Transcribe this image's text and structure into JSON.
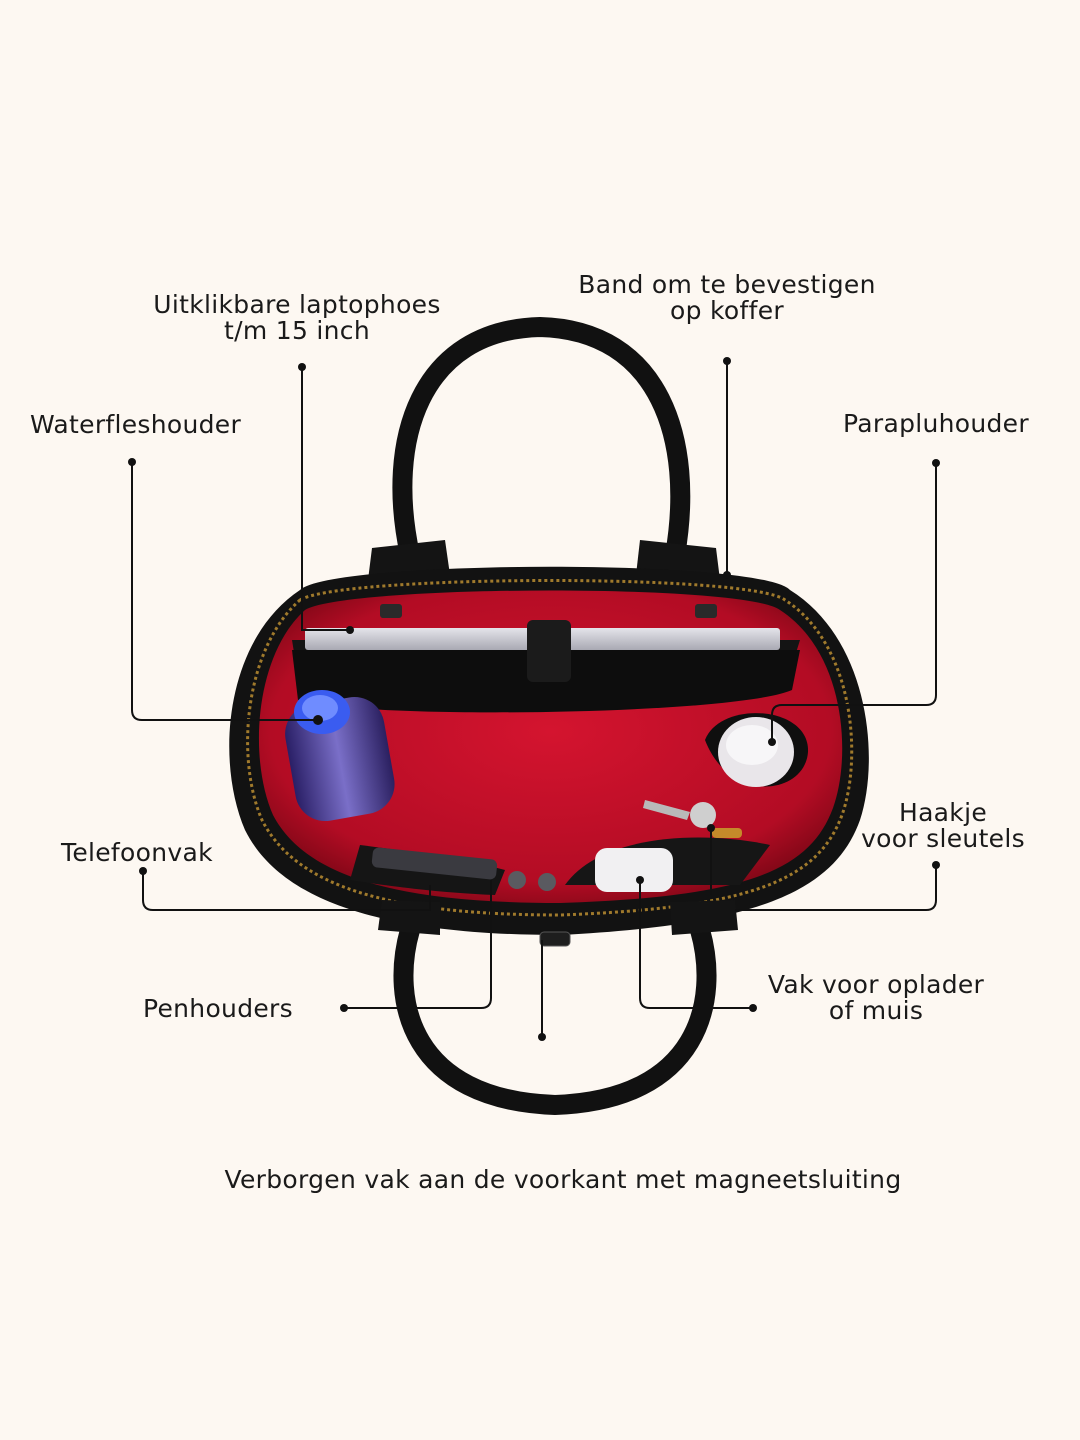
{
  "annotations": {
    "laptop_sleeve": [
      "Uitklikbare laptophoes",
      "t/m 15 inch"
    ],
    "suitcase_strap": [
      "Band om te bevestigen",
      "op koffer"
    ],
    "water_bottle_holder": "Waterfleshouder",
    "umbrella_holder": "Parapluhouder",
    "key_hook": [
      "Haakje",
      "voor sleutels"
    ],
    "phone_pocket": "Telefoonvak",
    "charger_pocket": [
      "Vak voor oplader",
      "of muis"
    ],
    "pen_holders": "Penhouders",
    "front_pocket": "Verborgen vak aan de voorkant met magneetsluiting"
  },
  "colors": {
    "background": "#fdf8f2",
    "leather": "#121212",
    "lining": "#c8102e",
    "text": "#1a1a1a"
  }
}
